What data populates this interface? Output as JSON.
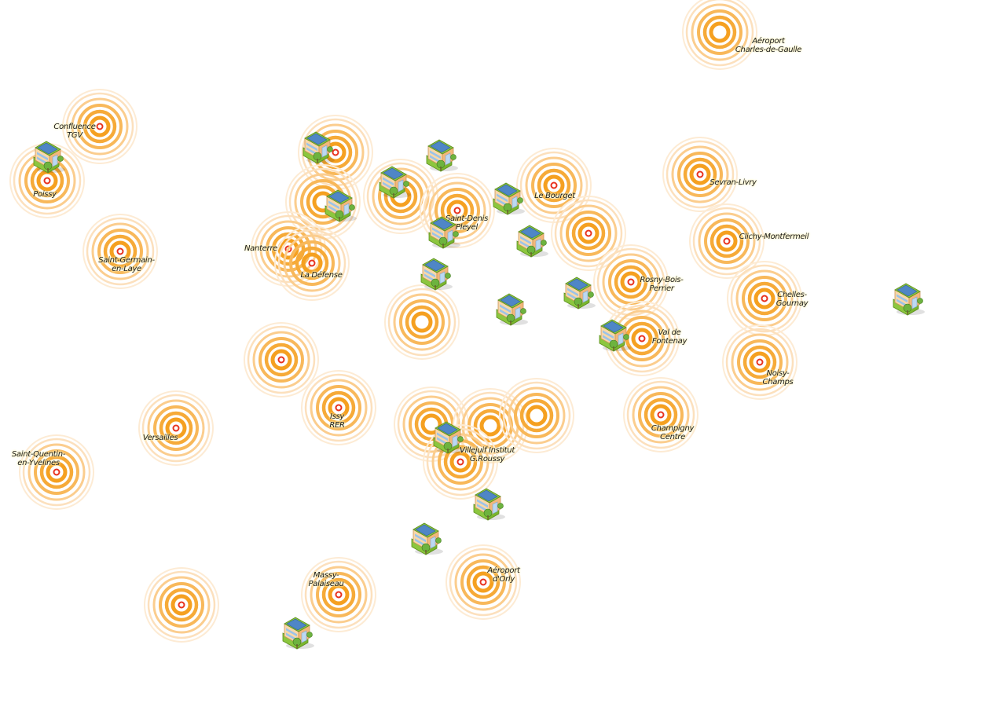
{
  "map": {
    "colors": {
      "ring": "#f5a623",
      "center_red": "#e8321e",
      "label_halo": "#fff6c8"
    },
    "markers": [
      {
        "label": "Aéroport\nCharles-de-Gaulle",
        "center": "orange"
      },
      {
        "label": "Confluence\nTGV",
        "center": "red"
      },
      {
        "label": "Poissy",
        "center": "red"
      },
      {
        "label": "Saint-Germain-\nen-Laye",
        "center": "red"
      },
      {
        "label": null,
        "center": "red"
      },
      {
        "label": null,
        "center": "orange"
      },
      {
        "label": "Nanterre",
        "center": "red"
      },
      {
        "label": "La Défense",
        "center": "red"
      },
      {
        "label": null,
        "center": "orange"
      },
      {
        "label": "Saint-Denis\nPleyel",
        "center": "red"
      },
      {
        "label": "Le Bourget",
        "center": "red"
      },
      {
        "label": null,
        "center": "red"
      },
      {
        "label": "Rosny-Bois-\nPerrier",
        "center": "red"
      },
      {
        "label": "Val de\nFontenay",
        "center": "red"
      },
      {
        "label": "Sevran-Livry",
        "center": "red"
      },
      {
        "label": "Clichy-Montfermeil",
        "center": "red"
      },
      {
        "label": "Chelles-\nGournay",
        "center": "red"
      },
      {
        "label": "Noisy-\nChamps",
        "center": "red"
      },
      {
        "label": "Champigny\nCentre",
        "center": "red"
      },
      {
        "label": null,
        "center": "orange"
      },
      {
        "label": null,
        "center": "red"
      },
      {
        "label": "Issy\nRER",
        "center": "red"
      },
      {
        "label": "Versailles",
        "center": "red"
      },
      {
        "label": "Saint-Quentin-\nen-Yvelines",
        "center": "red"
      },
      {
        "label": null,
        "center": "orange"
      },
      {
        "label": null,
        "center": "orange"
      },
      {
        "label": null,
        "center": "orange"
      },
      {
        "label": "Villejuif Institut\nG.Roussy",
        "center": "red"
      },
      {
        "label": "Aéroport\nd'Orly",
        "center": "red"
      },
      {
        "label": "Massy-\nPalaiseau",
        "center": "red"
      },
      {
        "label": null,
        "center": "red"
      }
    ],
    "building_icon": "building-icon",
    "building_count": 17
  }
}
